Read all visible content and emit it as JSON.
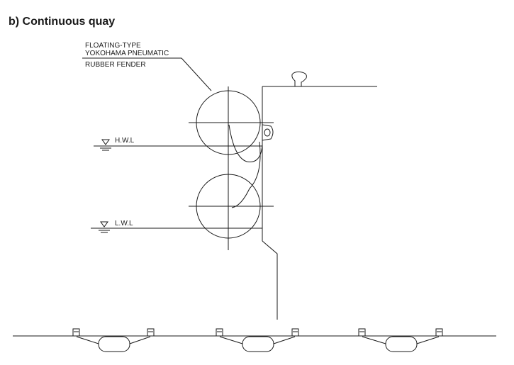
{
  "title": "b) Continuous quay",
  "callout": {
    "line1": "FLOATING-TYPE",
    "line2": "YOKOHAMA PNEUMATIC",
    "line3": "RUBBER FENDER"
  },
  "water_levels": {
    "high": "H.W.L",
    "low": "L.W.L"
  },
  "colors": {
    "line": "#1a1a1a",
    "background": "#ffffff"
  }
}
